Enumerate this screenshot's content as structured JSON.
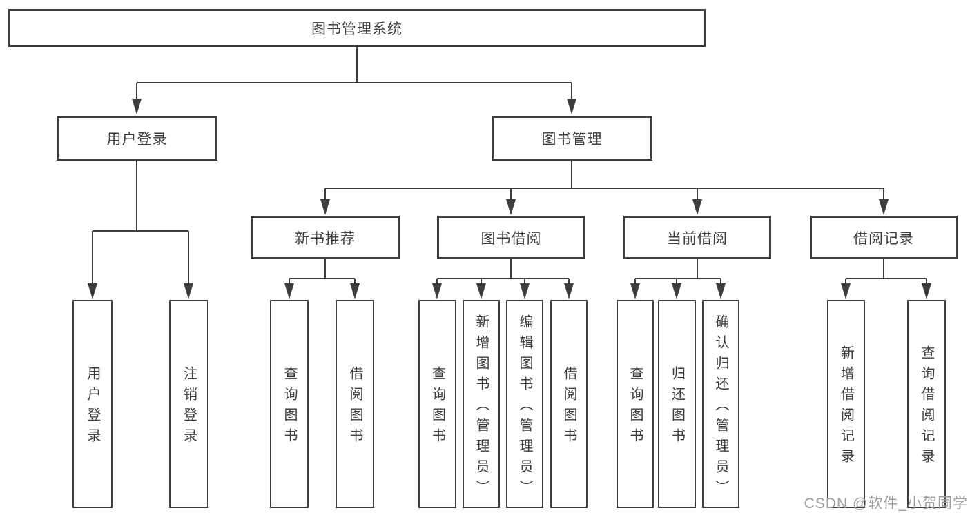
{
  "diagram_title": "图书管理系统",
  "nodes": {
    "root": {
      "label": "图书管理系统"
    },
    "level2": [
      {
        "label": "用户登录"
      },
      {
        "label": "图书管理"
      }
    ],
    "level3": [
      {
        "label": "新书推荐",
        "parent": "图书管理"
      },
      {
        "label": "图书借阅",
        "parent": "图书管理"
      },
      {
        "label": "当前借阅",
        "parent": "图书管理"
      },
      {
        "label": "借阅记录",
        "parent": "图书管理"
      }
    ],
    "leaves": [
      {
        "label": "用户登录",
        "parent": "用户登录"
      },
      {
        "label": "注销登录",
        "parent": "用户登录"
      },
      {
        "label": "查询图书",
        "parent": "新书推荐"
      },
      {
        "label": "借阅图书",
        "parent": "新书推荐"
      },
      {
        "label": "查询图书",
        "parent": "图书借阅"
      },
      {
        "label": "新增图书（管理员）",
        "parent": "图书借阅"
      },
      {
        "label": "编辑图书（管理员）",
        "parent": "图书借阅"
      },
      {
        "label": "借阅图书",
        "parent": "图书借阅"
      },
      {
        "label": "查询图书",
        "parent": "当前借阅"
      },
      {
        "label": "归还图书",
        "parent": "当前借阅"
      },
      {
        "label": "确认归还（管理员）",
        "parent": "当前借阅"
      },
      {
        "label": "新增借阅记录",
        "parent": "借阅记录"
      },
      {
        "label": "查询借阅记录",
        "parent": "借阅记录"
      }
    ]
  },
  "watermark": {
    "text": "CSDN @软件_小贺同学"
  },
  "colors": {
    "line": "#3d3d3d",
    "text": "#3c3c3c",
    "watermark_text": "#9d9d9d",
    "background": "#ffffff"
  }
}
